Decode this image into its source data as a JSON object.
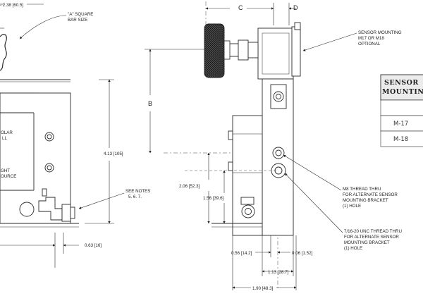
{
  "dims": {
    "top_left": "- 2.38 [60.5]",
    "height_total": "4.13 [105]",
    "height_206": "2.06 [52.3]",
    "height_156": "1.56 [39.6]",
    "offset_063": "0.63 [16]",
    "offset_056": "0.56 [14.2]",
    "offset_006": "0.06 [1.52]",
    "width_113": "1.13 [28.7]",
    "width_190": "1.90 [48.3]",
    "label_b": "B",
    "label_c": "C",
    "label_d": "D"
  },
  "notes": {
    "square_bar": [
      "\"A\" SQUARE",
      "BAR SIZE"
    ],
    "see_notes": [
      "SEE NOTES",
      "5. 6. 7."
    ],
    "sensor_mounting": [
      "SENSOR MOUNTING",
      "M17 OR M18",
      "OPTIONAL"
    ],
    "m8_thread": [
      "M8 THREAD THRU",
      "FOR ALTERNATE SENSOR",
      "MOUNTING BRACKET",
      "(1) HOLE"
    ],
    "unc_thread": [
      "7/16-20 UNC THREAD THRU",
      "FOR ALTERNATE SENSOR",
      "MOUNTING BRACKET",
      "(1) HOLE"
    ],
    "left_partial": [
      "OLAR",
      "LL",
      "GHT",
      "OURCE"
    ]
  },
  "table": {
    "header_lines": [
      "SENSOR",
      "MOUNTING"
    ],
    "rows": [
      "M-17",
      "M-18"
    ]
  },
  "colors": {
    "line": "#2a2a2a",
    "part_fill": "#ffffff",
    "knob": "#3a3a3a",
    "table_header_bg": "#ececec"
  }
}
